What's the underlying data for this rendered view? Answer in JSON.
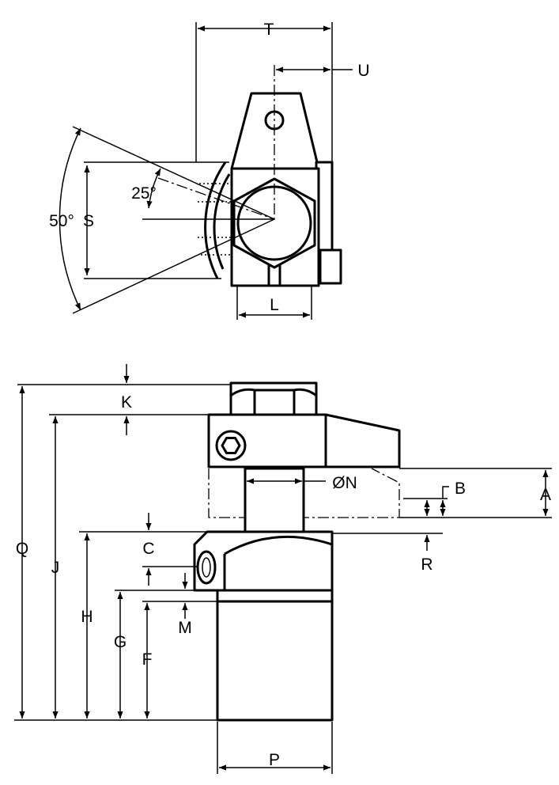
{
  "top_view": {
    "labels": {
      "T": "T",
      "U": "U",
      "S": "S",
      "L": "L",
      "angle_small": "25°",
      "angle_large": "50°"
    }
  },
  "side_view": {
    "labels": {
      "K": "K",
      "Q": "Q",
      "J": "J",
      "N": "ØN",
      "B": "B",
      "A": "A",
      "R": "R",
      "C": "C",
      "H": "H",
      "G": "G",
      "F": "F",
      "M": "M",
      "P": "P"
    }
  }
}
